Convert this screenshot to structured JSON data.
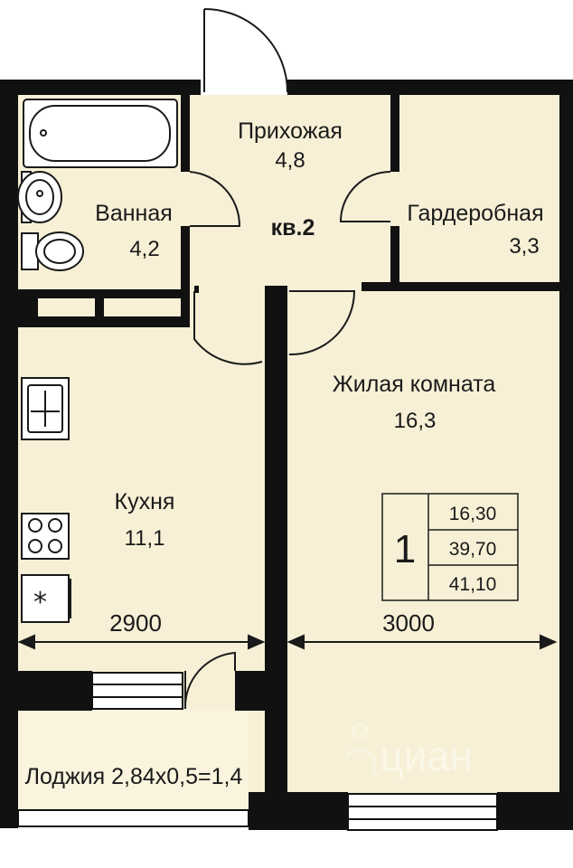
{
  "apartment": {
    "label": "кв.2",
    "rooms_count": "1"
  },
  "rooms": {
    "hallway": {
      "name": "Прихожая",
      "area": "4,8"
    },
    "bathroom": {
      "name": "Ванная",
      "area": "4,2"
    },
    "wardrobe": {
      "name": "Гардеробная",
      "area": "3,3"
    },
    "living": {
      "name": "Жилая комната",
      "area": "16,3"
    },
    "kitchen": {
      "name": "Кухня",
      "area": "11,1"
    },
    "loggia": {
      "name": "Лоджия 2,84x0,5=1,4"
    }
  },
  "area_table": {
    "living": "16,30",
    "total": "39,70",
    "total_with_loggia": "41,10"
  },
  "dimensions": {
    "kitchen_width": "2900",
    "room_width": "3000"
  },
  "watermark": "циан",
  "colors": {
    "floor": "#f7f0d6",
    "wall": "#111111",
    "line": "#1a1a1a"
  }
}
